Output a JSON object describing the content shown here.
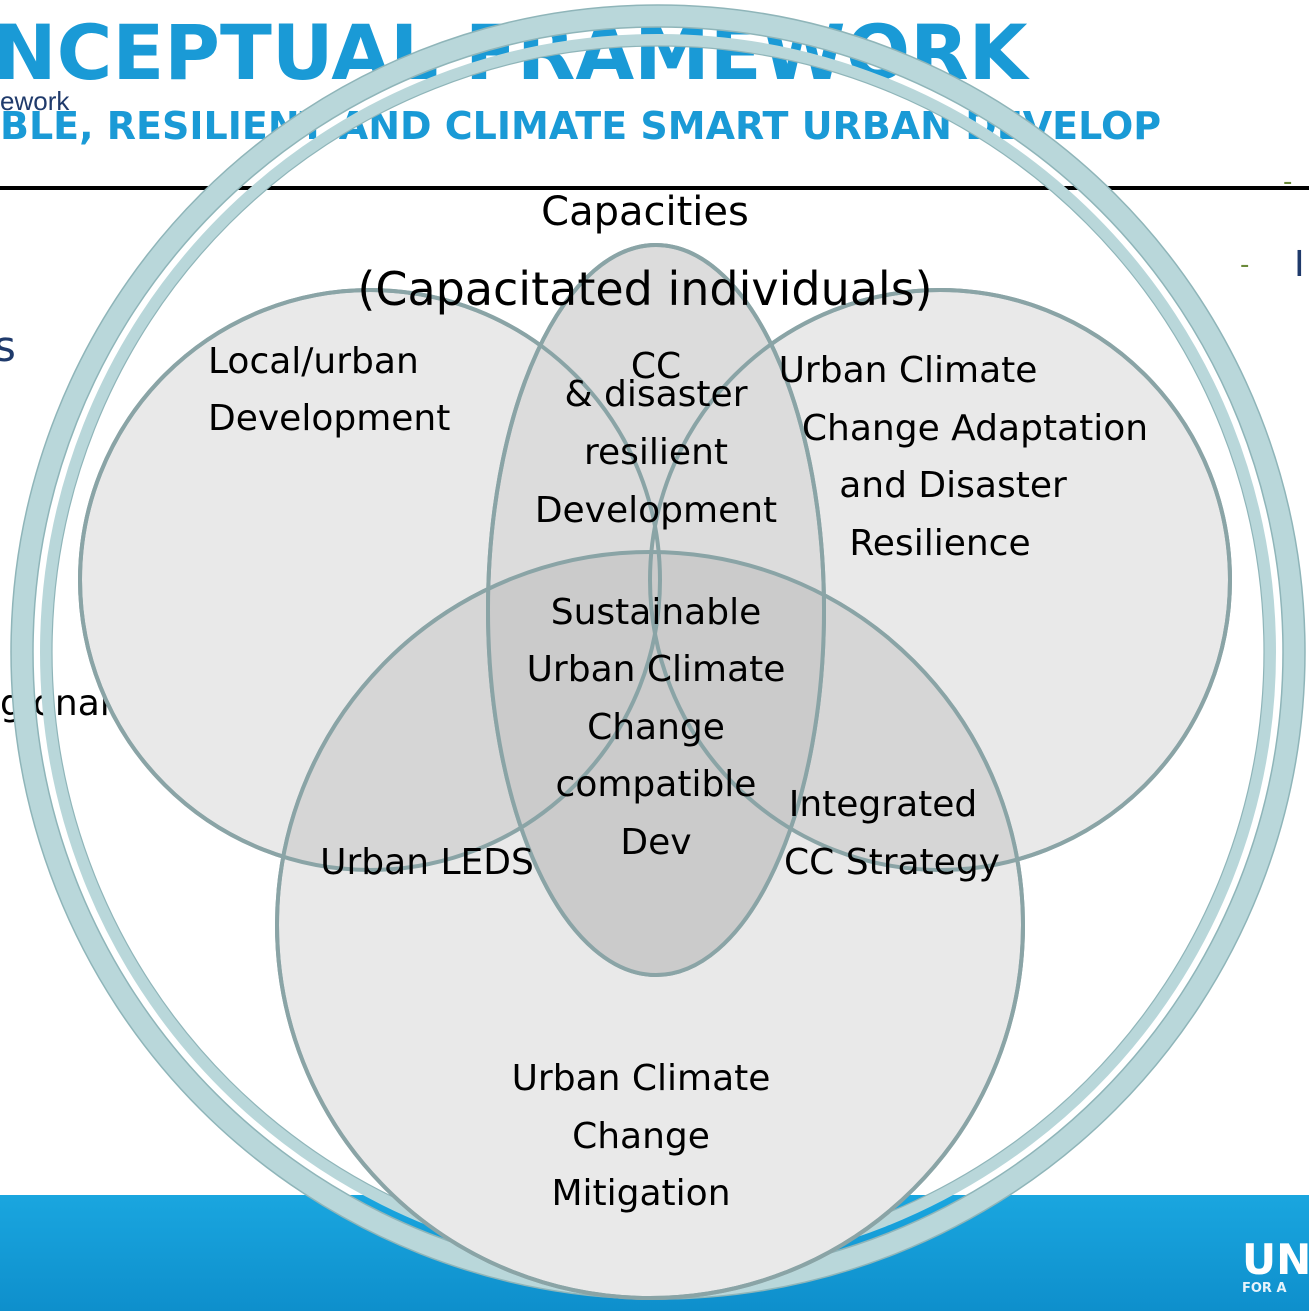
{
  "header": {
    "title": "NCEPTUAL FRAMEWORK",
    "subtitle": "BLE, RESILIENT AND CLIMATE SMART URBAN DEVELOP",
    "fragment_top": "ework"
  },
  "side_fragments": {
    "left_s": "s",
    "left_gional": "gional",
    "right_dash1": "-",
    "right_dash2": "-",
    "right_letter": "I"
  },
  "diagram": {
    "top_label": [
      "Capacities",
      "(Capacitated individuals)"
    ],
    "circles": {
      "top_left": [
        "Local/urban",
        "Development"
      ],
      "top_right": [
        "Urban Climate",
        "Change Adaptation",
        "and Disaster",
        "Resilience"
      ],
      "bottom": [
        "Urban Climate",
        "Change",
        "Mitigation"
      ]
    },
    "overlaps": {
      "top": [
        "CC",
        "& disaster",
        "resilient",
        "Development"
      ],
      "left": [
        "Urban LEDS"
      ],
      "right": [
        "Integrated",
        "CC Strategy"
      ],
      "center": [
        "Sustainable",
        "Urban Climate",
        "Change",
        "compatible",
        "Dev"
      ]
    }
  },
  "colors": {
    "brand_blue": "#1a9ad6",
    "ring": "#b9d7da",
    "ring_edge": "#8fb5b9",
    "circle_fill": "#e9e9e9",
    "circle_stroke": "#8aa4a6",
    "overlap_fill": "#d6d6d6",
    "center_fill": "#c8c8c8"
  },
  "logo": {
    "main": "UN",
    "sub": "FOR A"
  }
}
